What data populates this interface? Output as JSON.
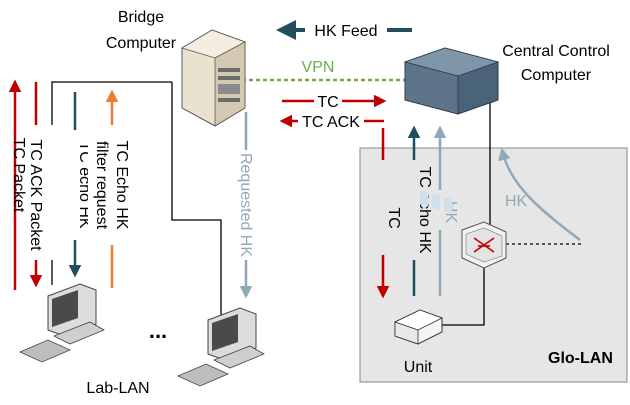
{
  "nodes": {
    "bridge_computer": {
      "line1": "Bridge",
      "line2": "Computer"
    },
    "central_control": {
      "line1": "Central Control",
      "line2": "Computer"
    },
    "lab_lan": "Lab-LAN",
    "glo_lan": "Glo-LAN",
    "unit": "Unit",
    "ellipsis": "..."
  },
  "links": {
    "hk_feed": "HK Feed",
    "vpn": "VPN",
    "tc": "TC",
    "tc_ack": "TC ACK",
    "requested_hk": "Requested HK"
  },
  "lab_arrows": {
    "tc_ack_packet": "TC ACK Packet",
    "tc_packet": "TC Packet",
    "tc_echo_hk": "TC echo HK",
    "tc_echo_hk_filter_line1": "TC Echo HK",
    "tc_echo_hk_filter_line2": "filter request"
  },
  "glo_arrows": {
    "tc": "TC",
    "tc_echo_hk": "TC echo HK",
    "hk_vertical": "HK",
    "hk_curved": "HK"
  },
  "colors": {
    "red": "#c00000",
    "dark_teal": "#1f4e5f",
    "gray_blue": "#8ea9b8",
    "orange": "#ed7d31",
    "vpn_green": "#70ad47",
    "glo_fill": "#e6e6e6"
  }
}
